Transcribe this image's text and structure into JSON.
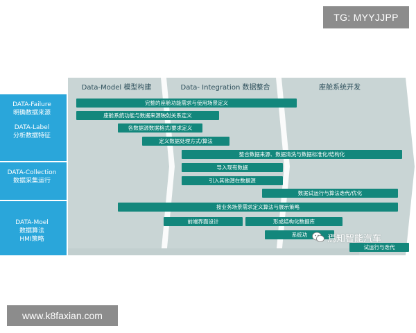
{
  "watermark_top": "TG: MYYJJPP",
  "watermark_bottom": "www.k8faxian.com",
  "wechat_watermark": "焉知智能汽车",
  "colors": {
    "left_band": "#28a2d6",
    "phase_band": "#c7d3d3",
    "task_bar": "#13877c",
    "task_text": "#ffffff"
  },
  "phases": [
    {
      "label": "Data-Model 模型构建"
    },
    {
      "label": "Data- Integration 数据整合"
    },
    {
      "label": "座舱系统开发"
    }
  ],
  "row_groups": [
    {
      "lines": [
        "DATA-Failure",
        "明确数据来源"
      ]
    },
    {
      "lines": [
        "DATA-Label",
        "分析数据特征"
      ]
    },
    {
      "lines": [
        "DATA-Collection",
        "数据采集运行"
      ]
    },
    {
      "lines": [
        "DATA-Moel",
        "数据算法",
        "HMI策略"
      ]
    }
  ],
  "tasks": [
    {
      "label": "完整的座舱功能需求与使用场景定义"
    },
    {
      "label": "座舱系统功能与数据来源映射关系定义"
    },
    {
      "label": "各数据源数据格式/要求定义"
    },
    {
      "label": "定义数据处理方式/算法"
    },
    {
      "label": "整合数据来源、数据清洗与数据标准化/结构化"
    },
    {
      "label": "导入现有数据"
    },
    {
      "label": "引入其他潜在数据源"
    },
    {
      "label": "数据试运行与算法迭代/优化"
    },
    {
      "label": "按业务场景需求定义算法与展示策略"
    },
    {
      "label": "前端界面设计"
    },
    {
      "label": "形成结构化数据库"
    },
    {
      "label": "系统功"
    },
    {
      "label": "试运行与迭代"
    }
  ]
}
